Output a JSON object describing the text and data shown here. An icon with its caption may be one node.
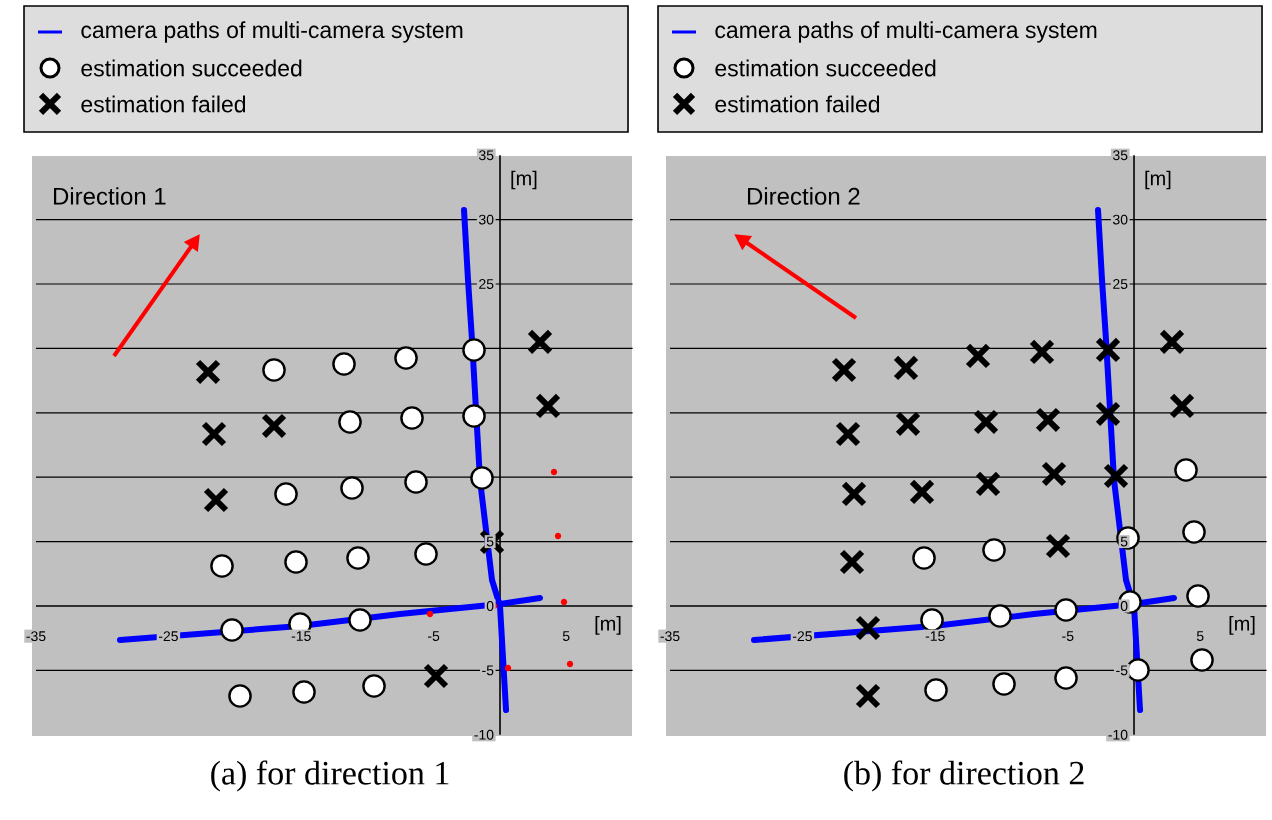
{
  "diagram": {
    "labels": [
      "Direction 1",
      "35",
      "30",
      "25",
      "5",
      "0",
      "-5",
      "-10",
      "[m]",
      "-35",
      "-25",
      "-15",
      "-5",
      "5",
      "[m]",
      "(a) for direction 1",
      "Direction 2",
      "35",
      "30",
      "25",
      "5",
      "0",
      "-5",
      "-10",
      "[m]",
      "-35",
      "-25",
      "-15",
      "-5",
      "5",
      "[m]",
      "(b) for direction 2"
    ],
    "legend": [
      {
        "text": "camera paths of multi-camera system"
      },
      {
        "text": "estimation succeeded"
      },
      {
        "text": "estimation failed"
      },
      {
        "text": "camera paths of multi-camera system"
      },
      {
        "text": "estimation succeeded"
      },
      {
        "text": "estimation failed"
      }
    ]
  }
}
